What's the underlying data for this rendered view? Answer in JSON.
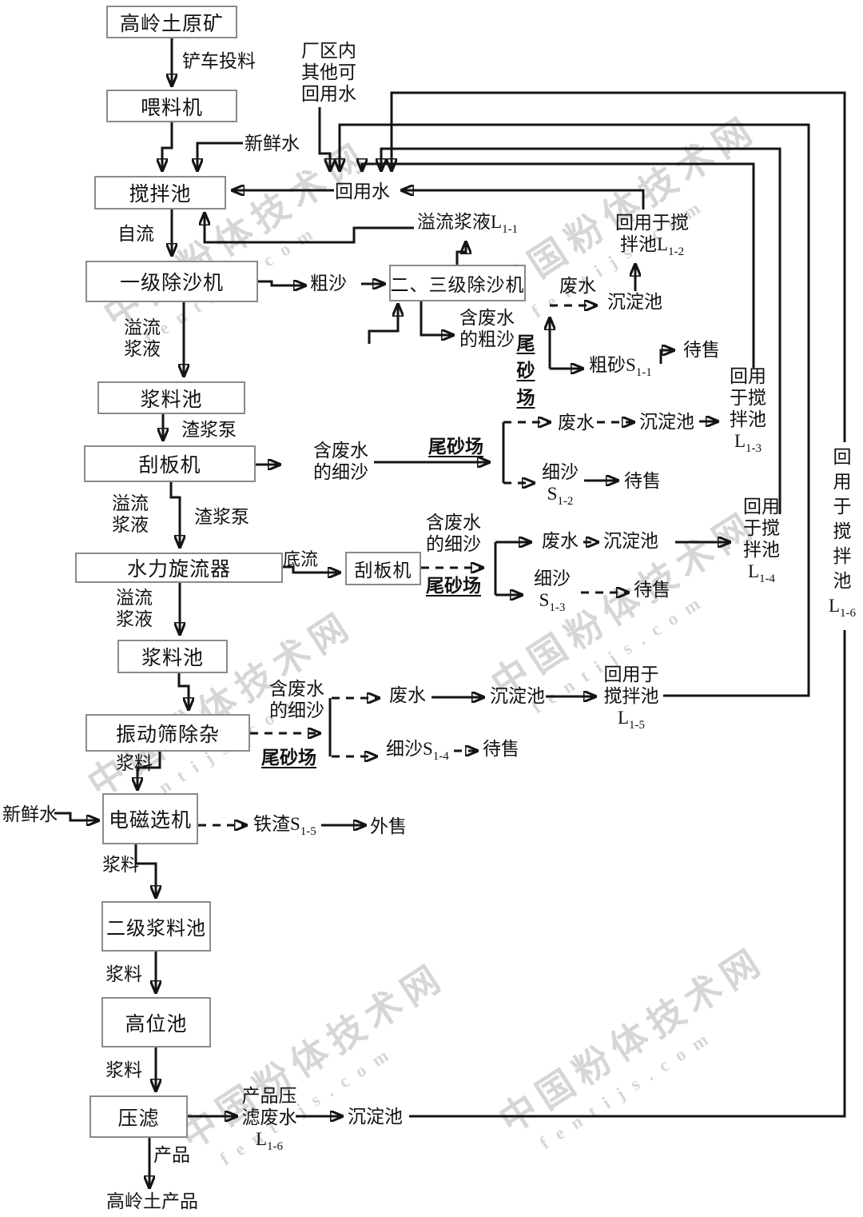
{
  "watermark": {
    "cn": "中国粉体技术网",
    "en": "f e n t i j s . c o m"
  },
  "boxes": {
    "raw_ore": "高岭土原矿",
    "feeder": "喂料机",
    "mixing_pool": "搅拌池",
    "desander_1": "一级除沙机",
    "desander_23": "二、三级除沙机",
    "slurry_pool": "浆料池",
    "scraper": "刮板机",
    "hydrocyclone": "水力旋流器",
    "vibrating_screen": "振动筛除杂",
    "magnetic_separator": "电磁选机",
    "secondary_slurry_pool": "二级浆料池",
    "high_level_pool": "高位池",
    "press_filter": "压滤"
  },
  "labels": {
    "loader_feed": "铲车投料",
    "fresh_water": "新鲜水",
    "plant_other_water": "厂区内\n其他可\n回用水",
    "recycled_water": "回用水",
    "gravity_flow": "自流",
    "coarse_sand": "粗沙",
    "overflow_slurry": "溢流\n浆液",
    "slurry_pump": "渣浆泵",
    "bottom_flow": "底流",
    "waste_coarse_sand": "含废水\n的粗沙",
    "waste_fine_sand": "含废水\n的细沙",
    "tailings_yard": "尾砂场",
    "tailings_yard_vertical": "尾\n砂\n场",
    "wastewater": "废水",
    "sedimentation_pool": "沉淀池",
    "for_sale": "待售",
    "outsell": "外售",
    "slurry": "浆料",
    "product": "产品",
    "kaolin_product": "高岭土产品"
  },
  "tagged": {
    "overflow_L11": {
      "text": "溢流浆液L",
      "sub": "1-1"
    },
    "reuse_L12": {
      "text": "回用于搅\n拌池L",
      "sub": "1-2"
    },
    "reuse_L13": {
      "text": "回用\n于搅\n拌池\nL",
      "sub": "1-3"
    },
    "reuse_L14": {
      "text": "回用\n于搅\n拌池\nL",
      "sub": "1-4"
    },
    "reuse_L15": {
      "text": "回用于\n搅拌池\nL",
      "sub": "1-5"
    },
    "reuse_L16": {
      "text": "回\n用\n于\n搅\n拌\n池\nL",
      "sub": "1-6"
    },
    "coarse_sand_S11": {
      "text": "粗砂S",
      "sub": "1-1"
    },
    "fine_sand_S12": {
      "text": "细沙\nS",
      "sub": "1-2"
    },
    "fine_sand_S13": {
      "text": "细沙\nS",
      "sub": "1-3"
    },
    "fine_sand_S14": {
      "text": "细沙S",
      "sub": "1-4"
    },
    "iron_slag_S15": {
      "text": "铁渣S",
      "sub": "1-5"
    },
    "press_waste_L16": {
      "text": "产品压\n滤废水\nL",
      "sub": "1-6"
    }
  }
}
